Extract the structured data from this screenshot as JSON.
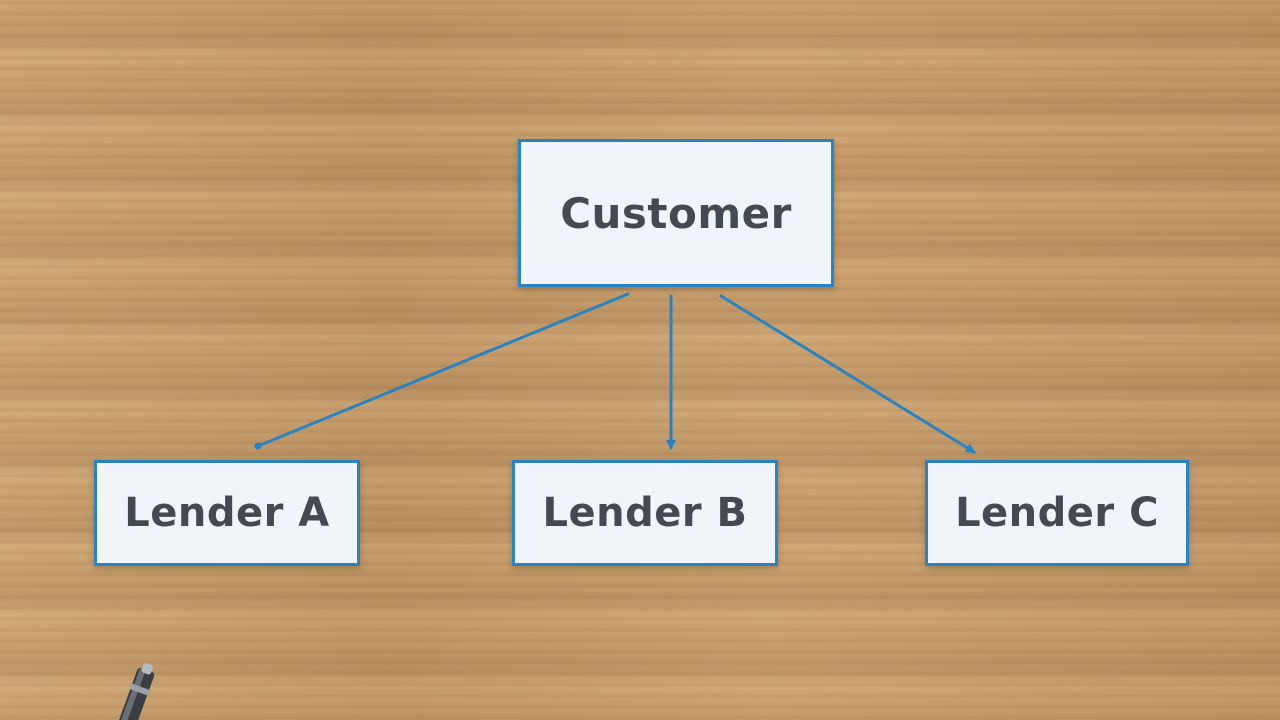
{
  "diagram": {
    "root": {
      "label": "Customer"
    },
    "children": [
      {
        "label": "Lender A"
      },
      {
        "label": "Lender B"
      },
      {
        "label": "Lender C"
      }
    ]
  },
  "colors": {
    "accent": "#2a83c0",
    "box_fill": "#f1f4f8",
    "text": "#444a52",
    "wood": "#c69c6a"
  },
  "decor": {
    "pen": "pen-icon"
  }
}
